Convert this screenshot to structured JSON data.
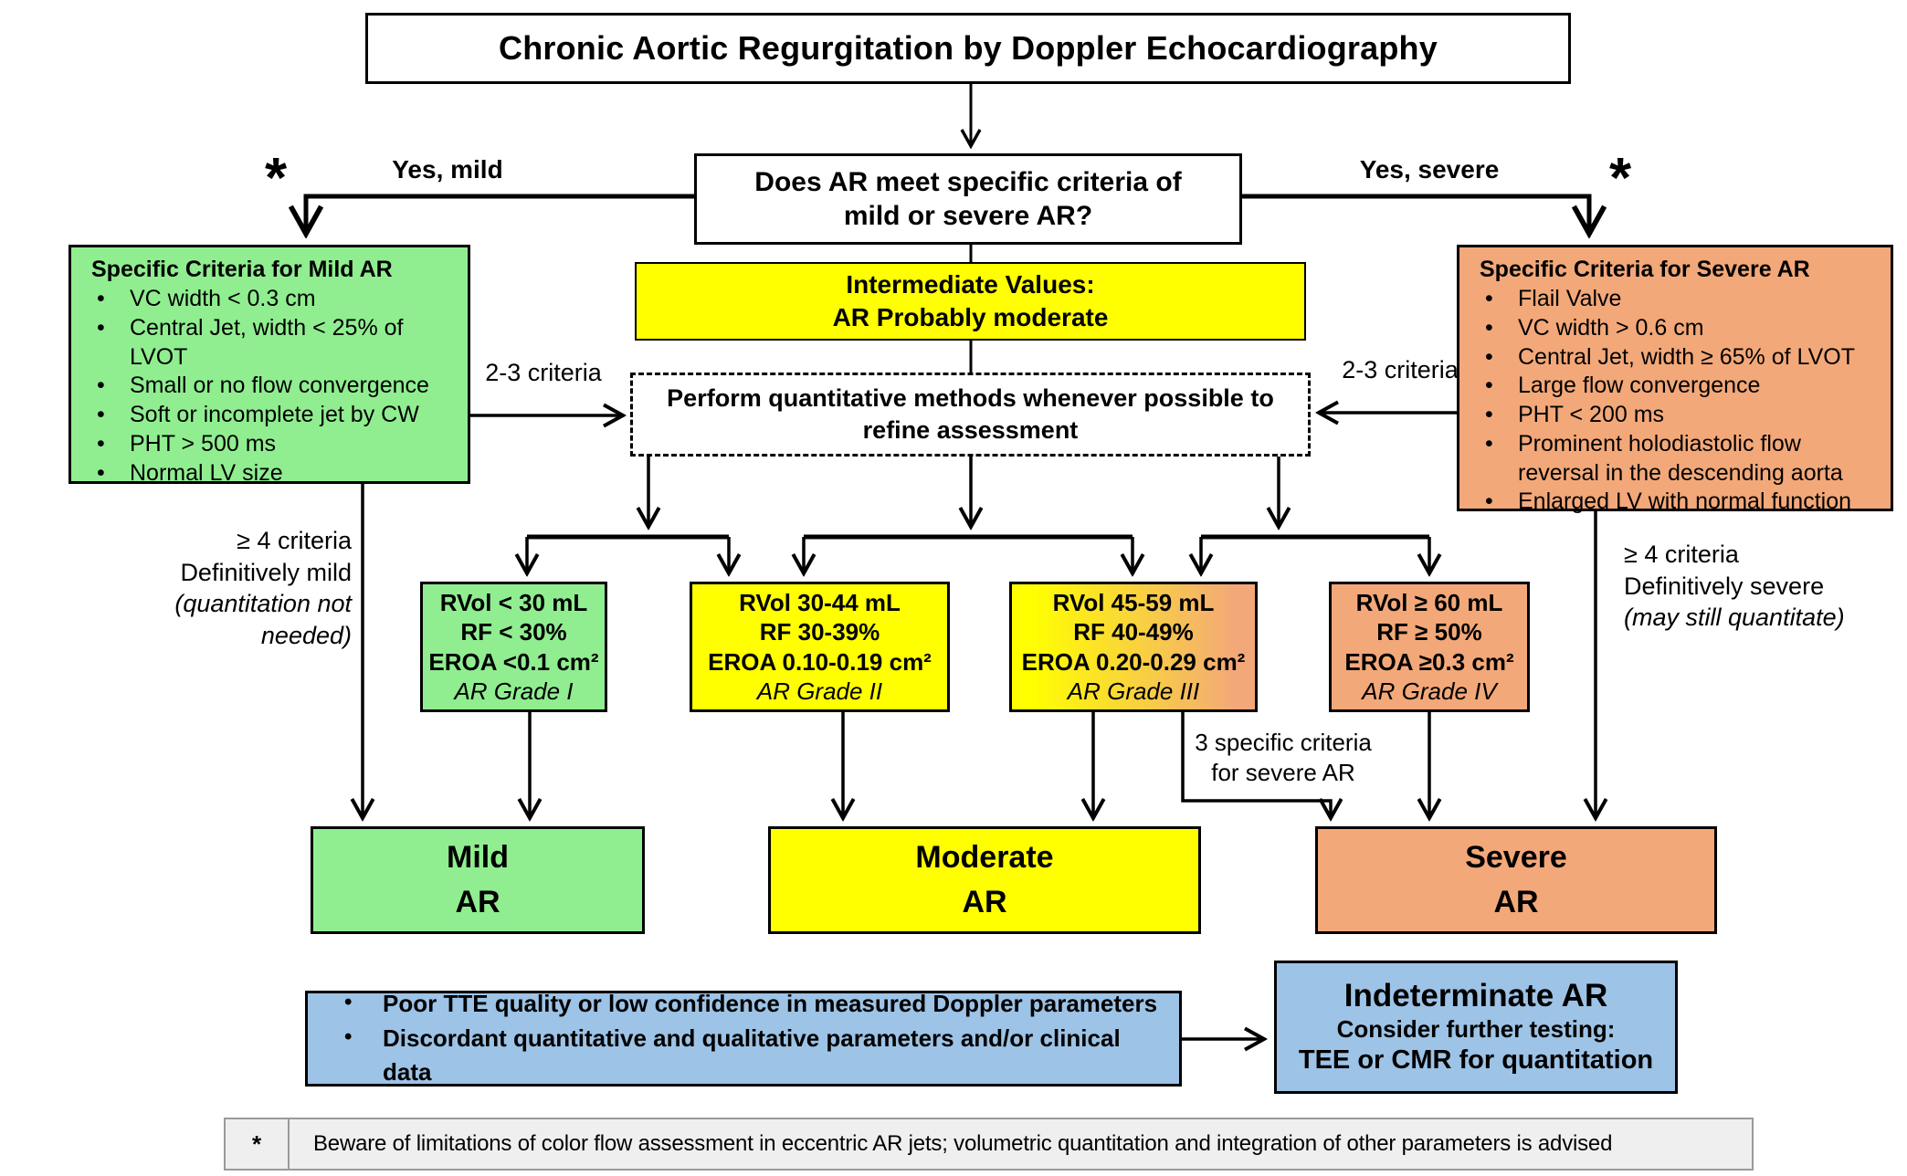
{
  "title": "Chronic Aortic Regurgitation by Doppler Echocardiography",
  "question": {
    "line1": "Does AR meet specific criteria of",
    "line2": "mild or severe AR?"
  },
  "labels": {
    "yes_mild": "Yes, mild",
    "yes_severe": "Yes, severe",
    "asterisk": "*",
    "criteria_2_3_left": "2-3 criteria",
    "criteria_2_3_right": "2-3 criteria",
    "ge4_mild_line1": "≥ 4 criteria",
    "ge4_mild_line2": "Definitively mild",
    "ge4_mild_line3": "(quantitation not needed)",
    "ge4_severe_line1": "≥ 4 criteria",
    "ge4_severe_line2": "Definitively severe",
    "ge4_severe_line3": "(may still quantitate)",
    "three_specific_line1": "3 specific criteria",
    "three_specific_line2": "for severe AR"
  },
  "mild_criteria": {
    "title": "Specific Criteria for Mild AR",
    "items": [
      "VC width < 0.3 cm",
      "Central Jet,  width < 25% of LVOT",
      "Small or no flow convergence",
      "Soft or incomplete jet by CW",
      "PHT > 500 ms",
      "Normal LV size"
    ]
  },
  "severe_criteria": {
    "title": "Specific Criteria for Severe AR",
    "items": [
      "Flail Valve",
      "VC width  > 0.6 cm",
      "Central Jet,  width ≥ 65% of LVOT",
      "Large flow convergence",
      "PHT  < 200 ms",
      "Prominent holodiastolic flow reversal in the descending aorta",
      "Enlarged LV with normal function"
    ]
  },
  "intermediate": {
    "line1": "Intermediate Values:",
    "line2": "AR Probably moderate"
  },
  "quantitative_box": {
    "line1": "Perform quantitative methods whenever possible to",
    "line2": "refine assessment"
  },
  "grades": [
    {
      "rvol": "RVol < 30 mL",
      "rf": "RF < 30%",
      "eroa": "EROA <0.1 cm²",
      "grade": "AR Grade I"
    },
    {
      "rvol": "RVol 30-44 mL",
      "rf": "RF 30-39%",
      "eroa": "EROA 0.10-0.19 cm²",
      "grade": "AR Grade II"
    },
    {
      "rvol": "RVol 45-59 mL",
      "rf": "RF 40-49%",
      "eroa": "EROA 0.20-0.29 cm²",
      "grade": "AR Grade III"
    },
    {
      "rvol": "RVol ≥ 60 mL",
      "rf": "RF ≥ 50%",
      "eroa": "EROA ≥0.3 cm²",
      "grade": "AR Grade IV"
    }
  ],
  "outcomes": {
    "mild": {
      "line1": "Mild",
      "line2": "AR"
    },
    "moderate": {
      "line1": "Moderate",
      "line2": "AR"
    },
    "severe": {
      "line1": "Severe",
      "line2": "AR"
    }
  },
  "indeterminate_sources": {
    "items": [
      "Poor TTE quality or low confidence in measured Doppler parameters",
      "Discordant quantitative and qualitative parameters and/or clinical data"
    ]
  },
  "indeterminate": {
    "title": "Indeterminate AR",
    "line2": "Consider further testing:",
    "line3": "TEE or CMR for quantitation"
  },
  "footnote": {
    "marker": "*",
    "text": "Beware of limitations of color flow assessment in eccentric AR jets; volumetric quantitation and integration of other parameters is advised"
  },
  "colors": {
    "mild_green": "#90EE90",
    "moderate_yellow": "#FFFF00",
    "severe_orange": "#F3A879",
    "info_blue": "#9DC3E6",
    "grade3_gradient_start": "#FFFF00",
    "grade3_gradient_end": "#F3A879"
  }
}
